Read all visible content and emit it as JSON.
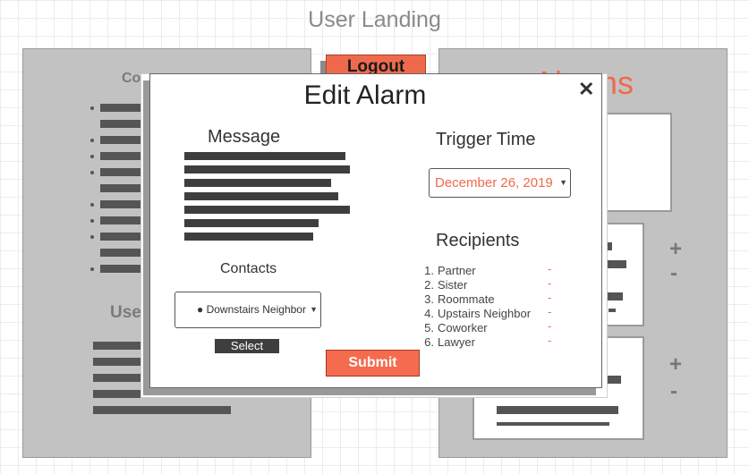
{
  "page": {
    "title": "User Landing"
  },
  "left_panel": {
    "contacts_heading": "Co",
    "users_heading": "Use"
  },
  "header": {
    "logout_label": "Logout"
  },
  "right_panel": {
    "alarms_heading": "Alarms"
  },
  "alarm_controls": {
    "plus": "+",
    "minus": "-"
  },
  "modal": {
    "title": "Edit Alarm",
    "close_label": "✕",
    "message_label": "Message",
    "contacts_label": "Contacts",
    "contacts_selected": "● Downstairs Neighbor",
    "select_label": "Select",
    "trigger_time_label": "Trigger Time",
    "trigger_time_value": "December 26, 2019",
    "recipients_label": "Recipients",
    "recipients": [
      {
        "num": "1.",
        "name": "Partner"
      },
      {
        "num": "2.",
        "name": "Sister"
      },
      {
        "num": "3.",
        "name": "Roommate"
      },
      {
        "num": "4.",
        "name": "Upstairs Neighbor"
      },
      {
        "num": "5.",
        "name": "Coworker"
      },
      {
        "num": "6.",
        "name": "Lawyer"
      }
    ],
    "remove_label": "-",
    "submit_label": "Submit"
  },
  "colors": {
    "accent": "#ef6a4c",
    "panel": "#c2c2c2",
    "placeholder_bar": "#3e3e3e"
  }
}
